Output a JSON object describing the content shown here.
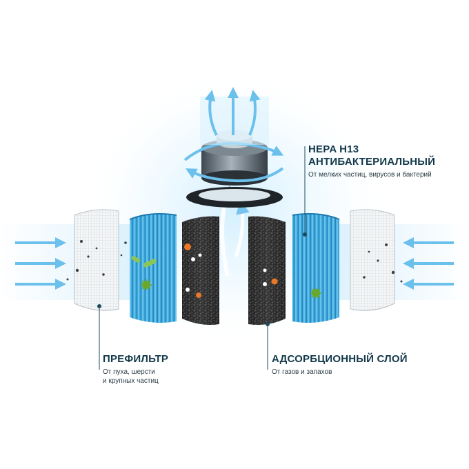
{
  "labels": {
    "hepa": {
      "title_line1": "HEPA H13",
      "title_line2": "АНТИБАКТЕРИАЛЬНЫЙ",
      "subtitle": "От мелких частиц, вирусов и бактерий"
    },
    "prefilter": {
      "title": "ПРЕФИЛЬТР",
      "subtitle_line1": "От пуха, шерсти",
      "subtitle_line2": "и крупных частиц"
    },
    "adsorption": {
      "title": "АДСОРБЦИОННЫЙ СЛОЙ",
      "subtitle": "От газов и запахов"
    }
  },
  "colors": {
    "hepa_blue": "#3aa6d8",
    "hepa_blue_dark": "#1f86bd",
    "carbon": "#2a2a2a",
    "airflow": "#7ec8ee",
    "text_dark": "#12384a",
    "leader_line": "#1d4a5c",
    "bacteria_green": "#6aa829",
    "particle_orange": "#e8772a"
  },
  "icons": [
    "airflow-arrow-icon",
    "bacteria-icon",
    "particle-icon",
    "fan-motor-icon"
  ]
}
